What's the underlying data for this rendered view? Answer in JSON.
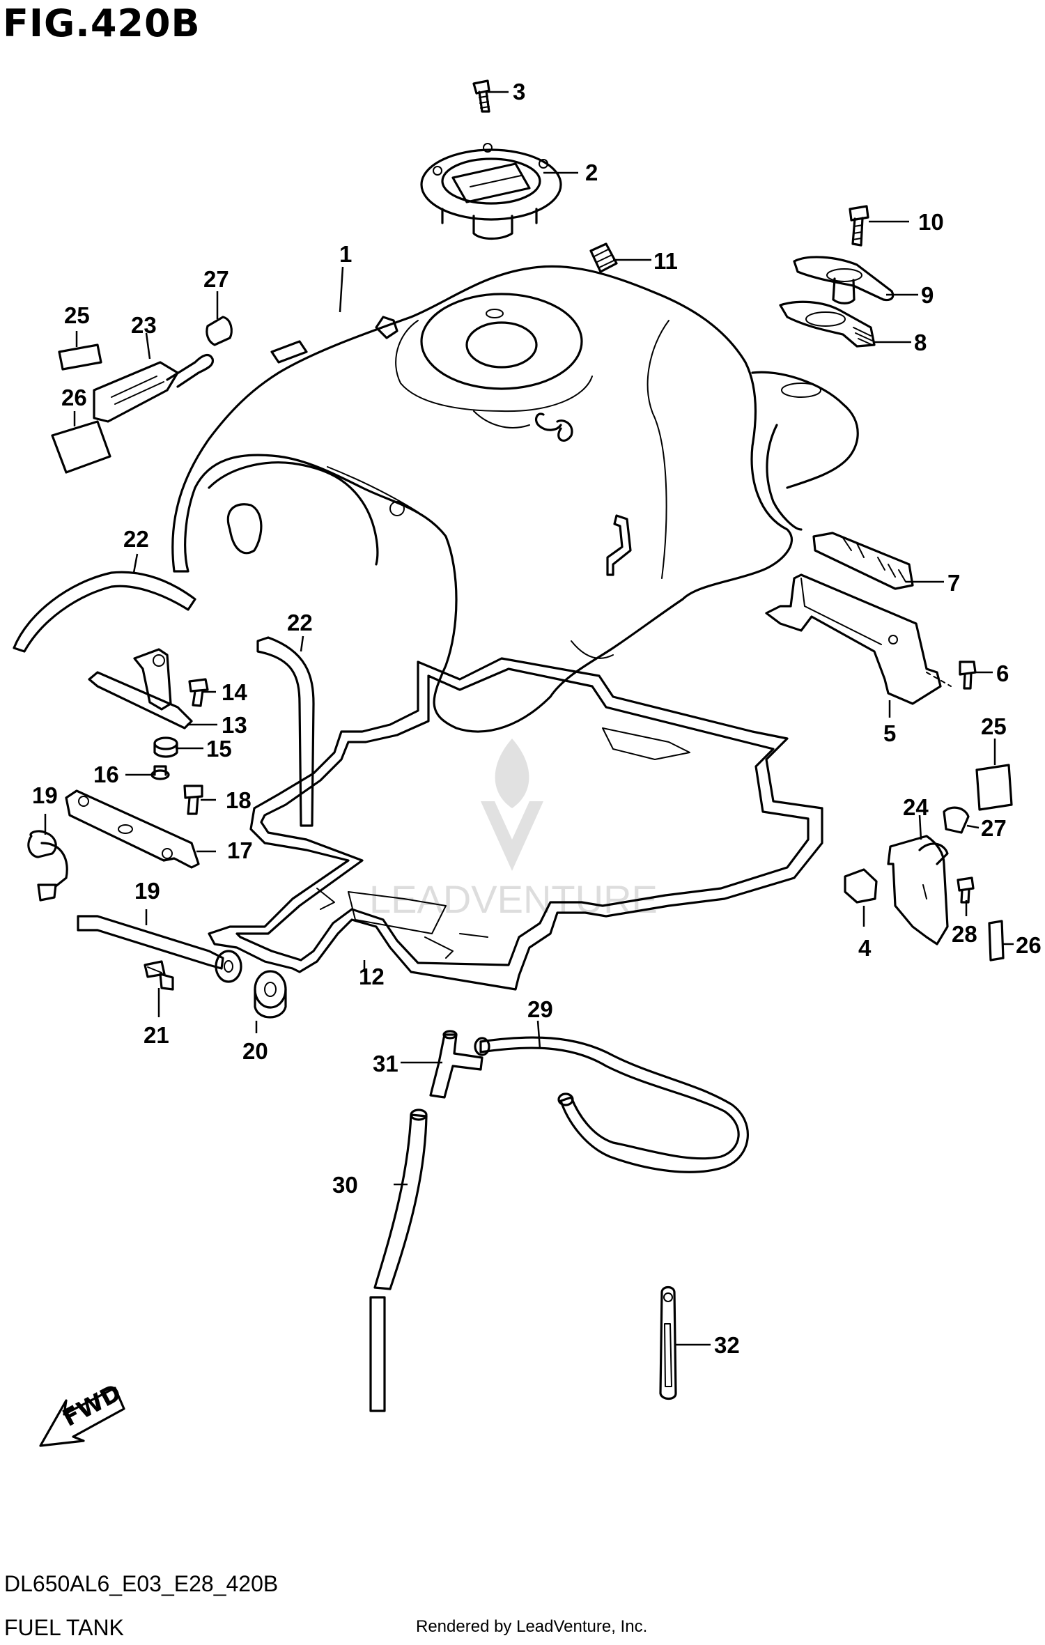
{
  "figure": {
    "title": "FIG.420B",
    "model_code": "DL650AL6_E03_E28_420B",
    "caption": "FUEL TANK",
    "rendered_by": "Rendered by LeadVenture, Inc.",
    "watermark": "LEADVENTURE",
    "direction_label": "FWD"
  },
  "callouts": [
    {
      "id": "c1",
      "label": "1"
    },
    {
      "id": "c2",
      "label": "2"
    },
    {
      "id": "c3",
      "label": "3"
    },
    {
      "id": "c4",
      "label": "4"
    },
    {
      "id": "c5",
      "label": "5"
    },
    {
      "id": "c6",
      "label": "6"
    },
    {
      "id": "c7",
      "label": "7"
    },
    {
      "id": "c8",
      "label": "8"
    },
    {
      "id": "c9",
      "label": "9"
    },
    {
      "id": "c10",
      "label": "10"
    },
    {
      "id": "c11",
      "label": "11"
    },
    {
      "id": "c12",
      "label": "12"
    },
    {
      "id": "c13",
      "label": "13"
    },
    {
      "id": "c14",
      "label": "14"
    },
    {
      "id": "c15",
      "label": "15"
    },
    {
      "id": "c16",
      "label": "16"
    },
    {
      "id": "c17",
      "label": "17"
    },
    {
      "id": "c18",
      "label": "18"
    },
    {
      "id": "c19a",
      "label": "19"
    },
    {
      "id": "c19b",
      "label": "19"
    },
    {
      "id": "c20",
      "label": "20"
    },
    {
      "id": "c21",
      "label": "21"
    },
    {
      "id": "c22a",
      "label": "22"
    },
    {
      "id": "c22b",
      "label": "22"
    },
    {
      "id": "c23",
      "label": "23"
    },
    {
      "id": "c24",
      "label": "24"
    },
    {
      "id": "c25a",
      "label": "25"
    },
    {
      "id": "c25b",
      "label": "25"
    },
    {
      "id": "c26a",
      "label": "26"
    },
    {
      "id": "c26b",
      "label": "26"
    },
    {
      "id": "c27a",
      "label": "27"
    },
    {
      "id": "c27b",
      "label": "27"
    },
    {
      "id": "c28",
      "label": "28"
    },
    {
      "id": "c29",
      "label": "29"
    },
    {
      "id": "c30",
      "label": "30"
    },
    {
      "id": "c31",
      "label": "31"
    },
    {
      "id": "c32",
      "label": "32"
    }
  ]
}
